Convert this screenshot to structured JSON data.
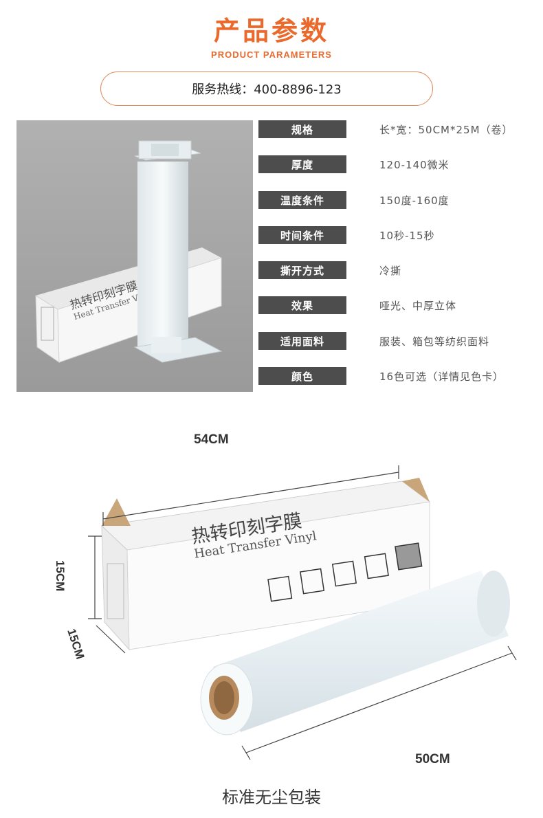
{
  "header": {
    "title_cn": "产品参数",
    "title_en": "PRODUCT PARAMETERS"
  },
  "hotline": {
    "text": "服务热线：400-8896-123"
  },
  "specs": [
    {
      "label": "规格",
      "value": "长*宽：50CM*25M（卷）"
    },
    {
      "label": "厚度",
      "value": "120-140微米"
    },
    {
      "label": "温度条件",
      "value": "150度-160度"
    },
    {
      "label": "时间条件",
      "value": "10秒-15秒"
    },
    {
      "label": "撕开方式",
      "value": "冷撕"
    },
    {
      "label": "效果",
      "value": "哑光、中厚立体"
    },
    {
      "label": "适用面料",
      "value": "服装、箱包等纺织面料"
    },
    {
      "label": "颜色",
      "value": "16色可选（详情见色卡）"
    }
  ],
  "product": {
    "box_text_cn": "热转印刻字膜",
    "box_text_en": "Heat Transfer Vinyl"
  },
  "dimensions": {
    "length": "54CM",
    "height": "15CM",
    "depth": "15CM",
    "roll_width": "50CM"
  },
  "caption": "标准无尘包装",
  "colors": {
    "accent": "#e96a2c",
    "label_bg": "#4d4d4d"
  }
}
